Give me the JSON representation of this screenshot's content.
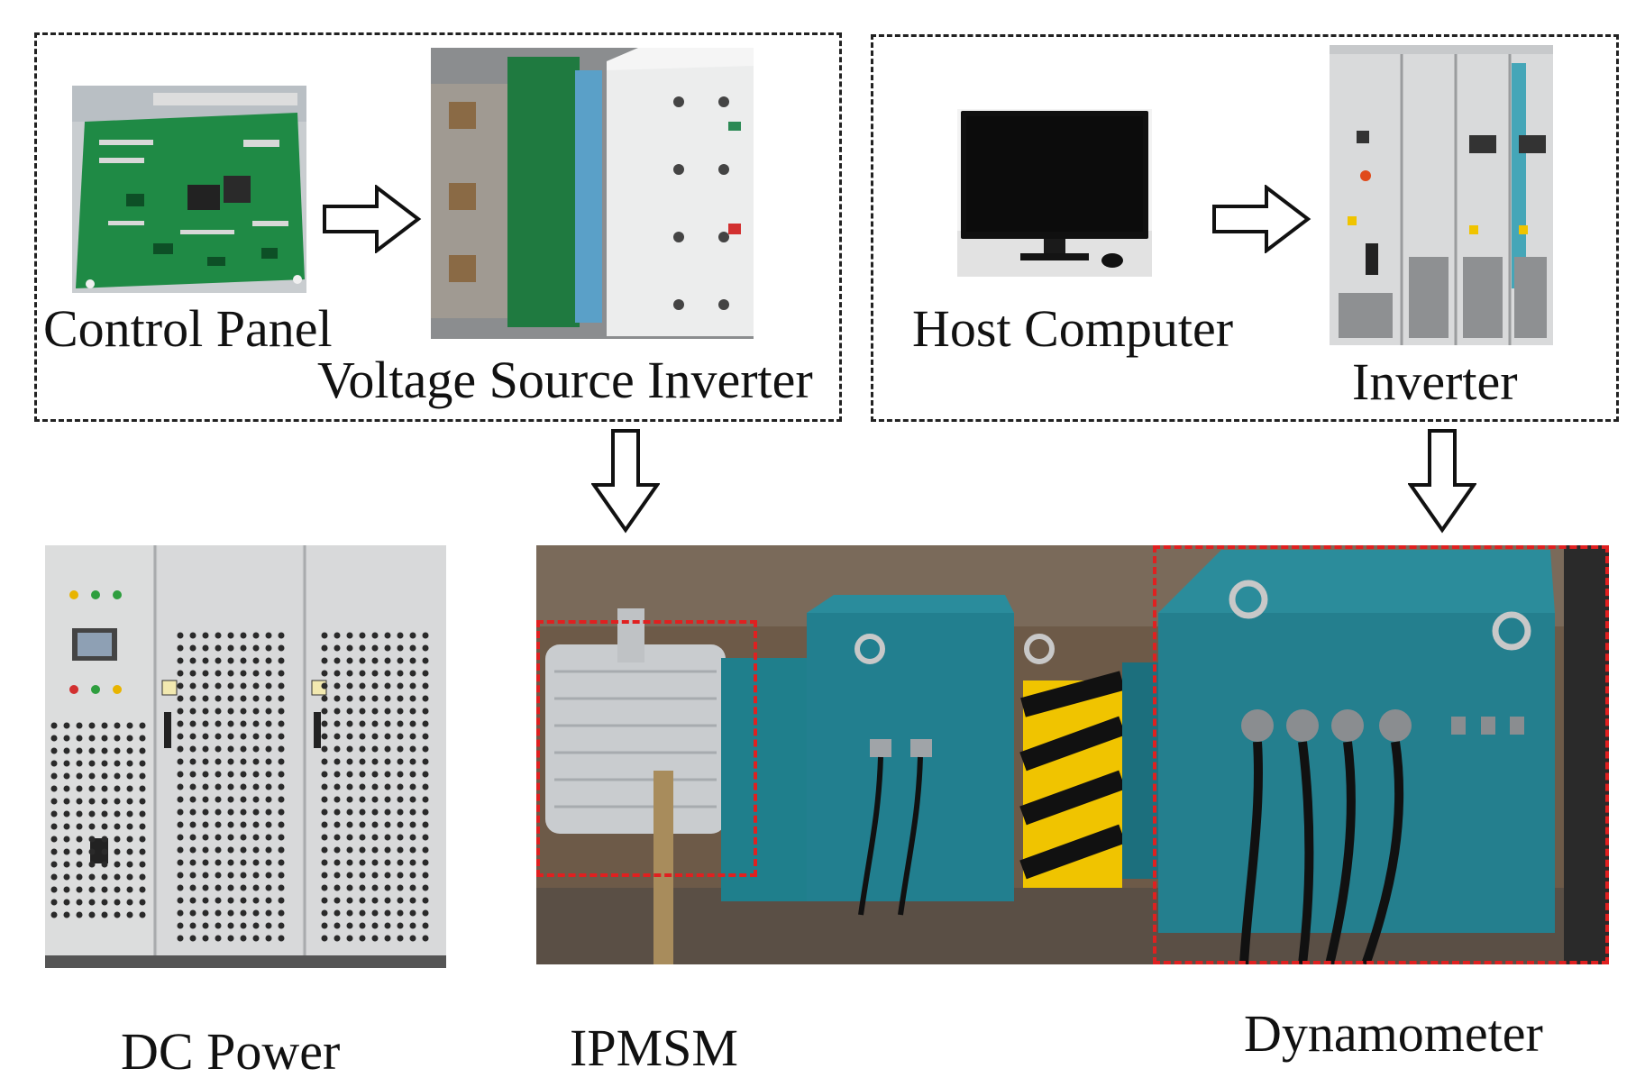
{
  "groups": {
    "left": {
      "labels": {
        "control_panel": "Control Panel",
        "vsi": "Voltage Source Inverter"
      }
    },
    "right": {
      "labels": {
        "host_computer": "Host Computer",
        "inverter": "Inverter"
      }
    }
  },
  "bottom": {
    "labels": {
      "dc_power": "DC Power",
      "ipmsm": "IPMSM",
      "dynamometer": "Dynamometer"
    }
  },
  "colors": {
    "pcb_green": "#1f8a45",
    "motor_teal": "#1f7f8c",
    "highlight_red": "#e02020",
    "cabinet_grey": "#d9dadb"
  },
  "icons": [
    "right-arrow-icon",
    "down-arrow-icon"
  ]
}
